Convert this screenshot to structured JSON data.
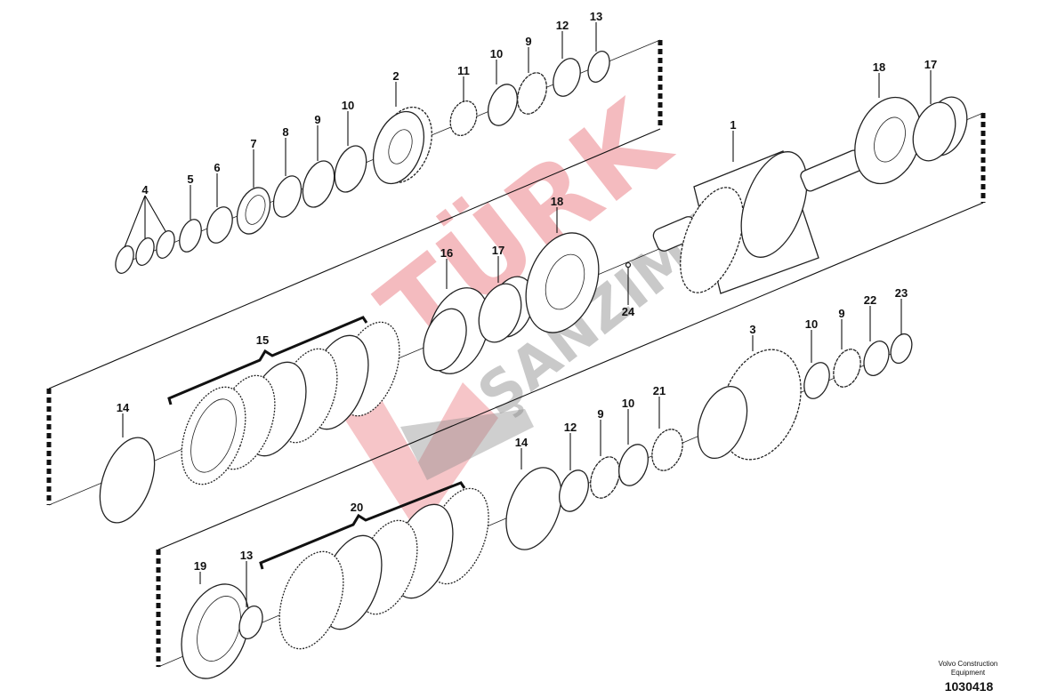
{
  "diagram": {
    "title": "Exploded view of transmission clutch shaft assembly",
    "callouts": {
      "c4": "4",
      "c5": "5",
      "c6": "6",
      "c7": "7",
      "c8": "8",
      "c9a": "9",
      "c10a": "10",
      "c2": "2",
      "c11": "11",
      "c10b": "10",
      "c9b": "9",
      "c12a": "12",
      "c13a": "13",
      "c1": "1",
      "c18a": "18",
      "c17a": "17",
      "c18b": "18",
      "c17b": "17",
      "c16": "16",
      "c24": "24",
      "c15": "15",
      "c3": "3",
      "c10c": "10",
      "c9c": "9",
      "c22": "22",
      "c23": "23",
      "c21": "21",
      "c10d": "10",
      "c9d": "9",
      "c12b": "12",
      "c14a": "14",
      "c14b": "14",
      "c20": "20",
      "c19": "19",
      "c13b": "13"
    }
  },
  "watermark": {
    "line1": "TÜRK",
    "line2": "ŞANZIMAN"
  },
  "footer": {
    "company": "Volvo Construction Equipment",
    "drawing_number": "1030418"
  },
  "colors": {
    "watermark_red": "#e0404a",
    "watermark_grey": "#888888",
    "ink": "#111111"
  }
}
